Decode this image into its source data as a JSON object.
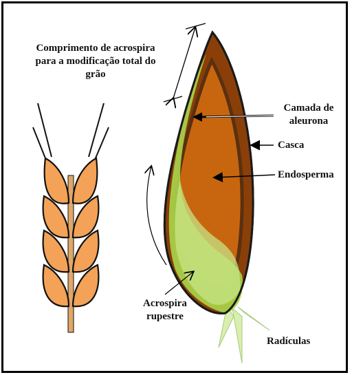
{
  "labels": {
    "comprimento_line1": "Comprimento de acrospira",
    "comprimento_line2": "para a modificação total do",
    "comprimento_line3": "grão",
    "camada_line1": "Camada de",
    "camada_line2": "aleurona",
    "casca": "Casca",
    "endosperma": "Endosperma",
    "acrospira_line1": "Acrospira",
    "acrospira_line2": "rupestre",
    "radiculas": "Radículas"
  },
  "colors": {
    "husk": "#8a3f08",
    "husk_edge": "#1a1a1a",
    "aleurone": "#5a3010",
    "endosperm": "#c8660f",
    "acrospire": "#a8d24a",
    "acrospire_light": "#c7e486",
    "rootlets": "#d9efb0",
    "wheat_kernel": "#f3a257",
    "wheat_stem": "#e0a768"
  }
}
